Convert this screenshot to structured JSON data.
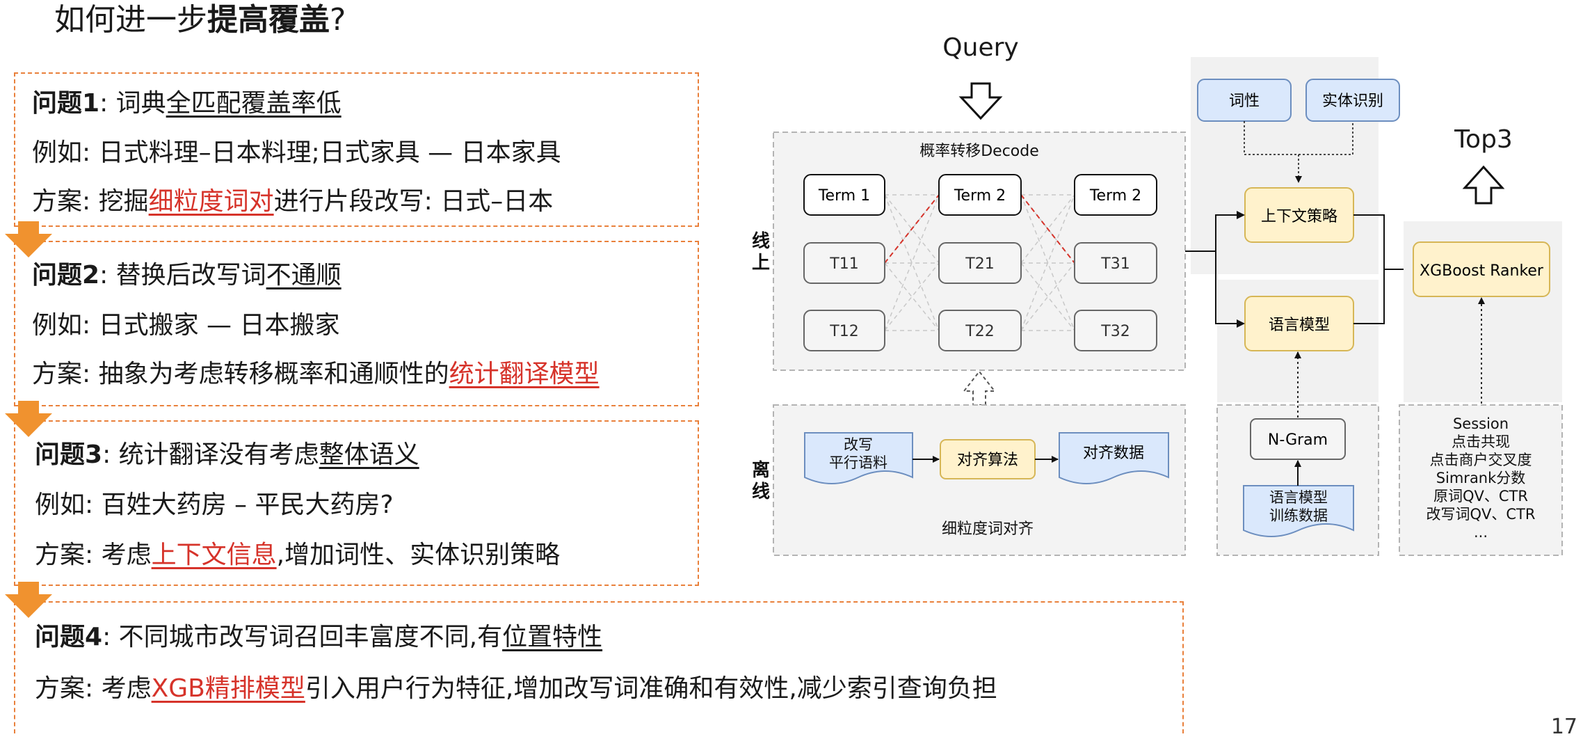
{
  "title": {
    "prefix": "如何进一步",
    "bold": "提高覆盖",
    "suffix": "?"
  },
  "problems": [
    {
      "lines": [
        {
          "label": "问题1",
          "sep": ":  ",
          "text1": "词典",
          "highlight": "全匹配覆盖率低",
          "hl_style": "underline",
          "text2": ""
        },
        {
          "label": "例如",
          "sep": ":  ",
          "text1": "日式料理–日本料理;日式家具  —  日本家具",
          "highlight": "",
          "hl_style": "",
          "text2": ""
        },
        {
          "label": "方案",
          "sep": ":  ",
          "text1": "挖掘",
          "highlight": "细粒度词对",
          "hl_style": "red",
          "text2": "进行片段改写:  日式–日本"
        }
      ]
    },
    {
      "lines": [
        {
          "label": "问题2",
          "sep": ":  ",
          "text1": "替换后改写词",
          "highlight": "不通顺",
          "hl_style": "underline",
          "text2": ""
        },
        {
          "label": "例如",
          "sep": ":  ",
          "text1": "日式搬家  —  日本搬家",
          "highlight": "",
          "hl_style": "",
          "text2": ""
        },
        {
          "label": "方案",
          "sep": ":  ",
          "text1": "抽象为考虑转移概率和通顺性的",
          "highlight": "统计翻译模型",
          "hl_style": "red",
          "text2": ""
        }
      ]
    },
    {
      "lines": [
        {
          "label": "问题3",
          "sep": ":  ",
          "text1": "统计翻译没有考虑",
          "highlight": "整体语义",
          "hl_style": "underline",
          "text2": ""
        },
        {
          "label": "例如",
          "sep": ":  ",
          "text1": "百姓大药房  –  平民大药房?",
          "highlight": "",
          "hl_style": "",
          "text2": ""
        },
        {
          "label": "方案",
          "sep": ":  ",
          "text1": "考虑",
          "highlight": "上下文信息",
          "hl_style": "red",
          "text2": ",增加词性、实体识别策略"
        }
      ]
    },
    {
      "lines": [
        {
          "label": "问题4",
          "sep": ":  ",
          "text1": "不同城市改写词召回丰富度不同,有",
          "highlight": "位置特性",
          "hl_style": "underline",
          "text2": ""
        },
        {
          "label": "方案",
          "sep": ":  ",
          "text1": "考虑",
          "highlight": "XGB精排模型",
          "hl_style": "red",
          "text2": "引入用户行为特征,增加改写词准确和有效性,减少索引查询负担"
        }
      ]
    }
  ],
  "diagram": {
    "query": "Query",
    "top3": "Top3",
    "decode_title": "概率转移Decode",
    "online_label": "线上",
    "offline_label": "离线",
    "terms_row": [
      "Term 1",
      "Term 2",
      "Term 2"
    ],
    "t_row1": [
      "T11",
      "T21",
      "T31"
    ],
    "t_row2": [
      "T12",
      "T22",
      "T32"
    ],
    "align_input": "改写\n平行语料",
    "align_algo": "对齐算法",
    "align_output": "对齐数据",
    "align_title": "细粒度词对齐",
    "pos_tag": "词性",
    "ner": "实体识别",
    "context_strategy": "上下文策略",
    "lang_model": "语言模型",
    "ngram": "N-Gram",
    "lm_data": "语言模型\n训练数据",
    "ranker": "XGBoost Ranker",
    "features": [
      "Session",
      "点击共现",
      "点击商户交叉度",
      "Simrank分数",
      "原词QV、CTR",
      "改写词QV、CTR",
      "..."
    ]
  },
  "page_number": "17",
  "colors": {
    "accent_orange": "#e9803b",
    "arrow_orange": "#f0922f",
    "red": "#d6332a",
    "blue_fill": "#dae8fc",
    "blue_stroke": "#6c8ebf",
    "yellow_fill": "#fff2cc",
    "yellow_stroke": "#d6b656"
  }
}
